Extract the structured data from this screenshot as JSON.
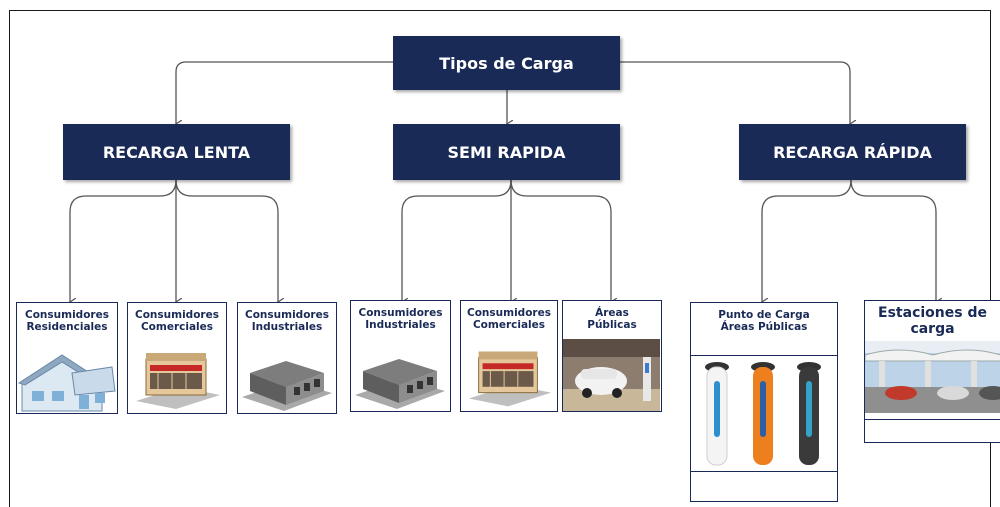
{
  "diagram": {
    "root": "Tipos de Carga",
    "categories": [
      {
        "label": "RECARGA LENTA",
        "items": [
          "Consumidores Residenciales",
          "Consumidores Comerciales",
          "Consumidores Industriales"
        ]
      },
      {
        "label": "SEMI RAPIDA",
        "items": [
          "Consumidores Industriales",
          "Consumidores Comerciales",
          "Áreas Públicas"
        ]
      },
      {
        "label": "RECARGA RÁPIDA",
        "items": [
          "Punto de Carga Áreas Públicas",
          "Estaciones de carga"
        ]
      }
    ]
  },
  "colors": {
    "box": "#1a2a57",
    "box_text": "#ffffff",
    "line": "#555555"
  }
}
